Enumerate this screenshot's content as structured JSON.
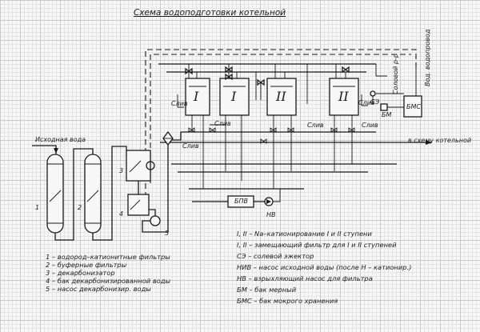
{
  "title": "Схема водоподготовки котельной",
  "labels": {
    "raw_water": "Исходная вода",
    "to_boiler": "в схему котельной",
    "drain": "Слив",
    "brine": "Соловой р-р",
    "raw_water_vert": "Вод. водопровод",
    "bps": "БМС",
    "bm": "БМ",
    "se": "СЭ",
    "bpv": "БПВ",
    "nv": "НВ"
  },
  "stage_labels": {
    "f1": "I",
    "f2": "I",
    "f3": "II",
    "f4": "II"
  },
  "item_numbers": {
    "n1": "1",
    "n2": "2",
    "n3": "3",
    "n4": "4",
    "n5": "5"
  },
  "legend_left": [
    "1  –  водород–катионитные фильтры",
    "2  –  буферные фильтры",
    "3  –  декарбонизатор",
    "4  –  бак декарбонизированной воды",
    "5  –  насос декарбонизир. воды"
  ],
  "legend_right": [
    "I, II  –  Na–катионирование I и II ступени",
    "I, II  –  замещающий фильтр для I и II ступеней",
    "СЭ  –  солевой эжектор",
    "НИВ  –  насос исходной воды (после Н – катионир.)",
    "НВ  –  взрыхляющий насос для фильтра",
    "БМ  –  бак мерный",
    "БМС  –  бак мокрого хранения"
  ]
}
